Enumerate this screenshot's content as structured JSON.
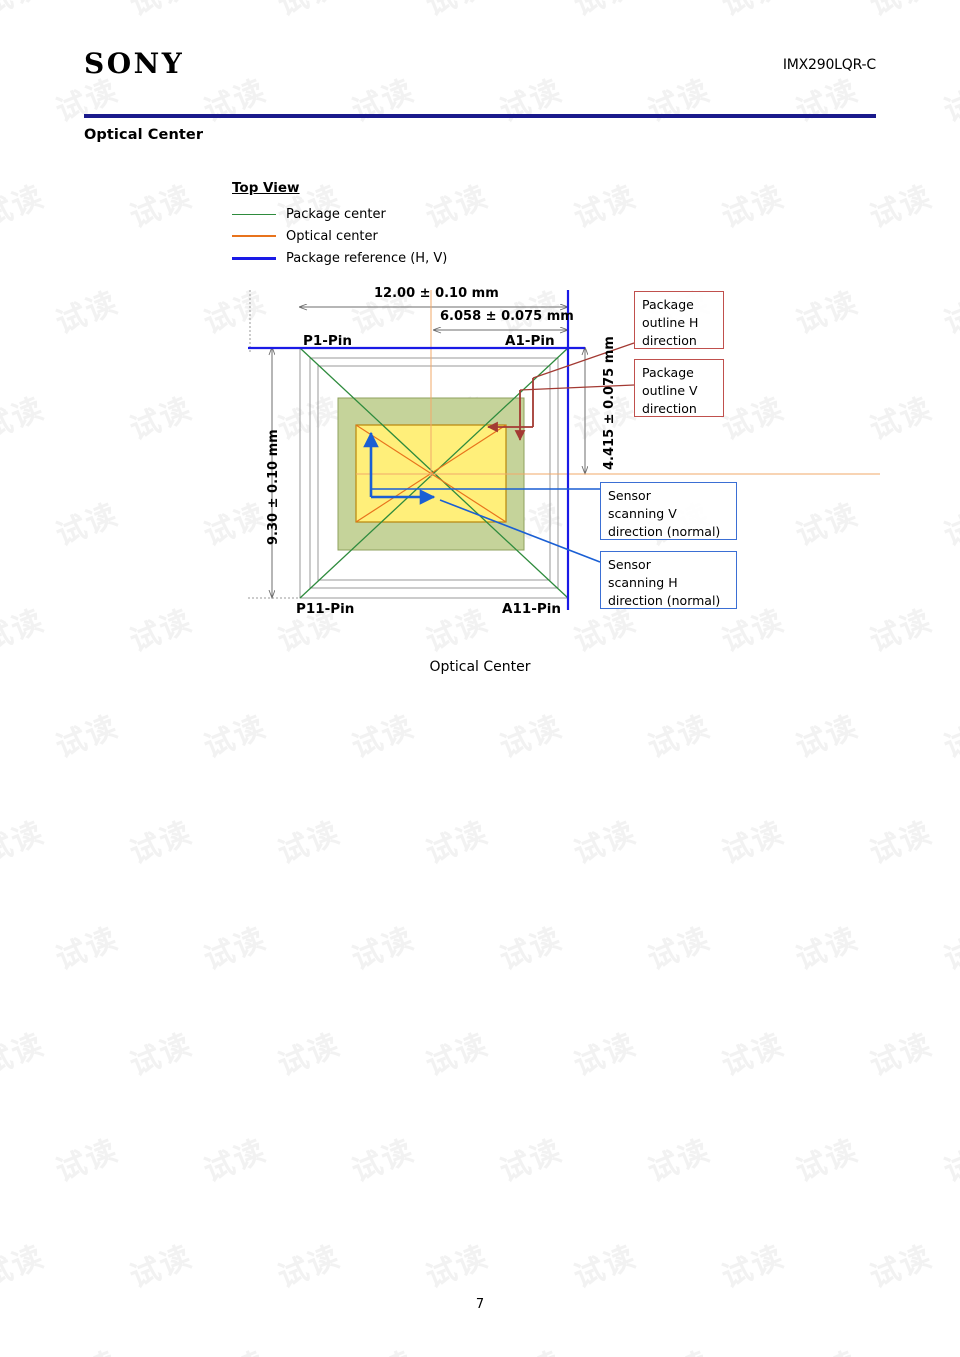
{
  "header": {
    "brand": "SONY",
    "part_number": "IMX290LQR-C",
    "rule_color": "#1a1a8c",
    "section_title": "Optical Center"
  },
  "legend": {
    "title": "Top View",
    "items": [
      {
        "label": "Package center",
        "color": "#2e8b3d"
      },
      {
        "label": "Optical center",
        "color": "#e8731c"
      },
      {
        "label": "Package reference (H, V)",
        "color": "#1a1ae6"
      }
    ]
  },
  "figure": {
    "caption": "Optical Center",
    "dimensions": {
      "top_overall": "12.00 ± 0.10 mm",
      "top_inner": "6.058 ± 0.075 mm",
      "left_overall": "9.30 ± 0.10 mm",
      "right_inner": "4.415 ± 0.075 mm"
    },
    "pins": {
      "top_left": "P1-Pin",
      "top_right": "A1-Pin",
      "bottom_left": "P11-Pin",
      "bottom_right": "A11-Pin"
    },
    "callouts": [
      {
        "text": "Package\noutline H\ndirection",
        "style": "red"
      },
      {
        "text": "Package\noutline V\ndirection",
        "style": "red"
      },
      {
        "text": "Sensor\nscanning V\ndirection (normal)",
        "style": "blue"
      },
      {
        "text": "Sensor\nscanning H\ndirection (normal)",
        "style": "blue"
      }
    ],
    "colors": {
      "package_fill": "#c5d39a",
      "optical_fill": "#ffef7a",
      "package_center_line": "#2e8b3d",
      "optical_center_line": "#e8731c",
      "reference_line": "#1a1ae6",
      "outline_gray": "#808080",
      "callout_red": "#c0504d",
      "callout_blue": "#3b6fd4",
      "arrow_blue": "#1a5fd4",
      "arrow_red": "#a33a33"
    }
  },
  "footer": {
    "page_number": "7"
  },
  "watermark": {
    "text": "试读"
  }
}
